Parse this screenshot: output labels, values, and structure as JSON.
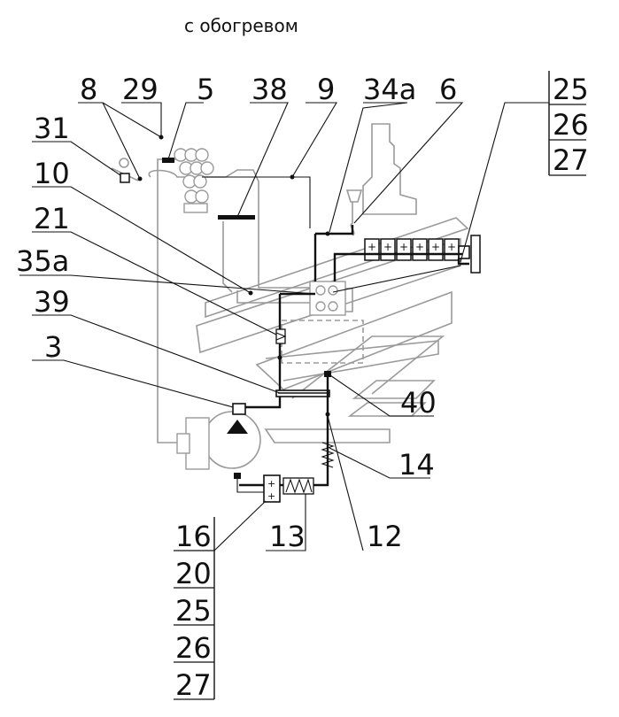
{
  "title": "с обогревом",
  "labels": {
    "l8": "8",
    "l29": "29",
    "l5": "5",
    "l38": "38",
    "l9": "9",
    "l34a": "34а",
    "l6": "6",
    "l31": "31",
    "l10": "10",
    "l21": "21",
    "l35a": "35а",
    "l39": "39",
    "l3": "3",
    "l40": "40",
    "l14": "14",
    "l13": "13",
    "l12": "12"
  },
  "stack_right": [
    "25",
    "26",
    "27"
  ],
  "stack_left": [
    "16",
    "20",
    "25",
    "26",
    "27"
  ]
}
